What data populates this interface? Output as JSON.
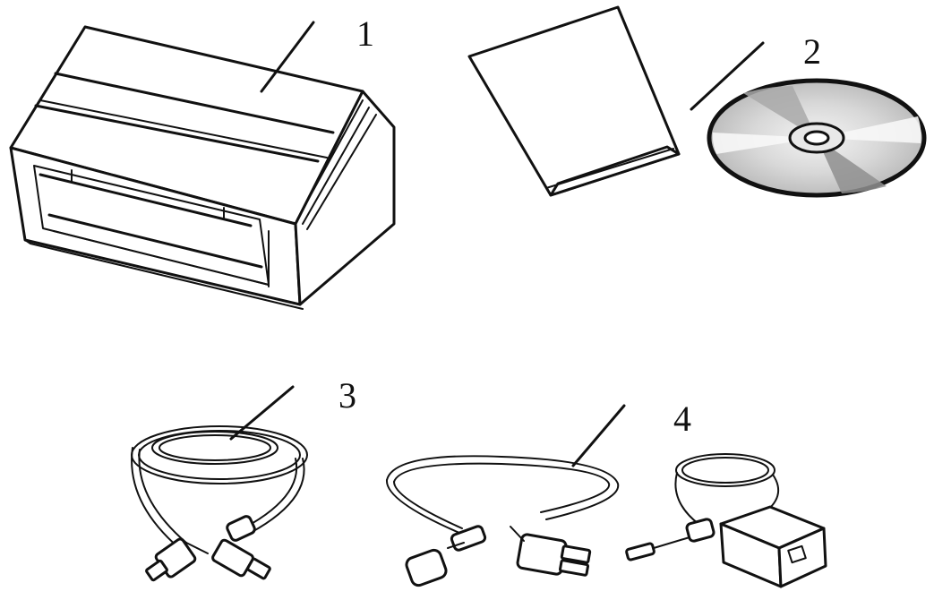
{
  "callouts": [
    {
      "id": "n1",
      "label": "1"
    },
    {
      "id": "n2",
      "label": "2"
    },
    {
      "id": "n3",
      "label": "3"
    },
    {
      "id": "n4",
      "label": "4"
    }
  ],
  "colors": {
    "stroke": "#111111",
    "background": "#ffffff",
    "disc_light": "#e6e6e6",
    "disc_dark": "#9a9a9a"
  },
  "icons": [
    "scanner-icon",
    "manual-booklet-icon",
    "cd-disc-icon",
    "usb-cable-icon",
    "power-cord-icon",
    "power-adapter-icon"
  ]
}
